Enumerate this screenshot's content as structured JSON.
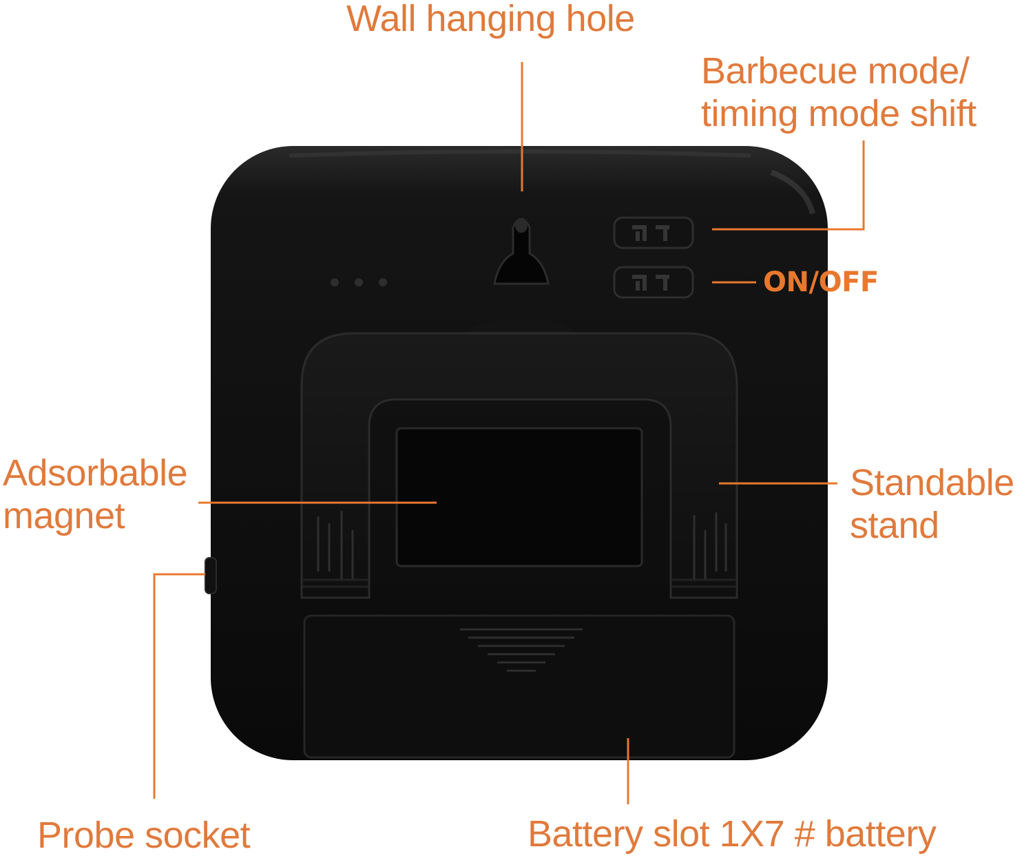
{
  "labels": {
    "wall_hanging_hole": "Wall hanging hole",
    "barbecue_mode_line1": "Barbecue mode/",
    "barbecue_mode_line2": "timing mode shift",
    "on_off": "ON/OFF",
    "adsorbable_magnet_line1": "Adsorbable",
    "adsorbable_magnet_line2": "magnet",
    "standable_stand_line1": "Standable",
    "standable_stand_line2": "stand",
    "probe_socket": "Probe socket",
    "battery_slot": "Battery slot 1X7 # battery"
  },
  "colors": {
    "callout_text": "#e07a3c",
    "callout_line": "#e8782e",
    "device_body": "#0d0d0d",
    "device_shadow": "#050505"
  }
}
